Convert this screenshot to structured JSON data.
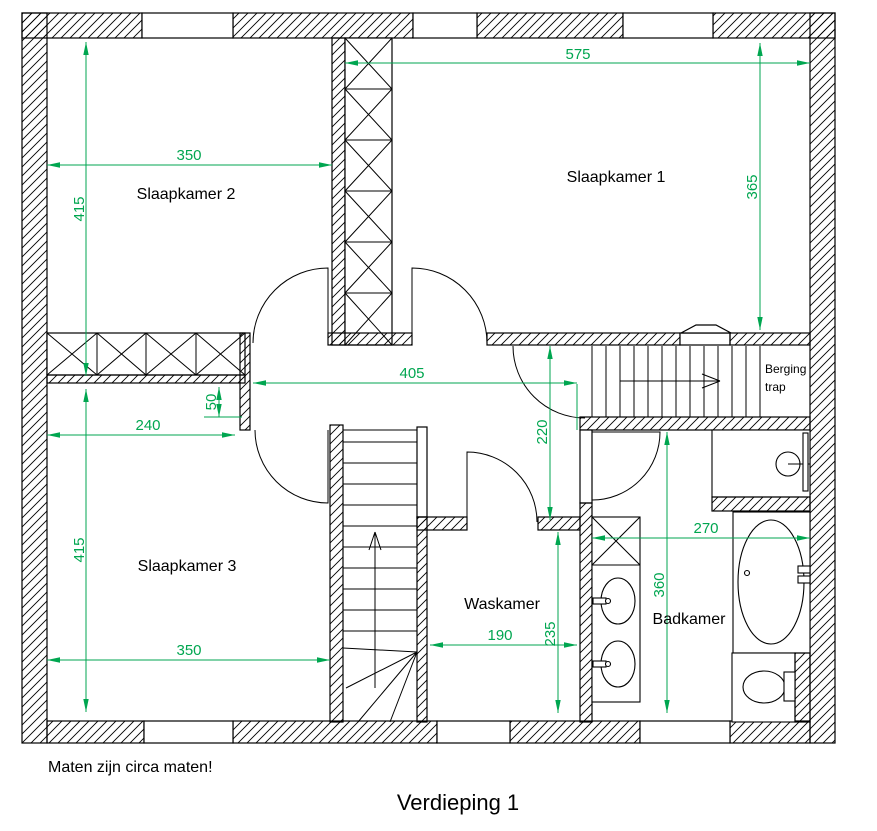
{
  "title": "Verdieping 1",
  "note": "Maten zijn circa maten!",
  "colors": {
    "dimension_green": "#00A650",
    "line_black": "#000000",
    "background": "#FFFFFF"
  },
  "rooms": {
    "slaapkamer1": {
      "label": "Slaapkamer 1"
    },
    "slaapkamer2": {
      "label": "Slaapkamer 2"
    },
    "slaapkamer3": {
      "label": "Slaapkamer 3"
    },
    "waskamer": {
      "label": "Waskamer"
    },
    "badkamer": {
      "label": "Badkamer"
    },
    "berging_trap": {
      "line1": "Berging",
      "line2": "trap"
    }
  },
  "dimensions": {
    "s1_width": "575",
    "s1_height": "365",
    "s2_width": "350",
    "s2_height": "415",
    "s3_width": "350",
    "s3_height": "415",
    "s3_top_width": "240",
    "s3_offset": "50",
    "hal_width": "405",
    "hal_height": "220",
    "waskamer_width": "190",
    "waskamer_height": "235",
    "badkamer_width": "270",
    "badkamer_height": "360"
  }
}
